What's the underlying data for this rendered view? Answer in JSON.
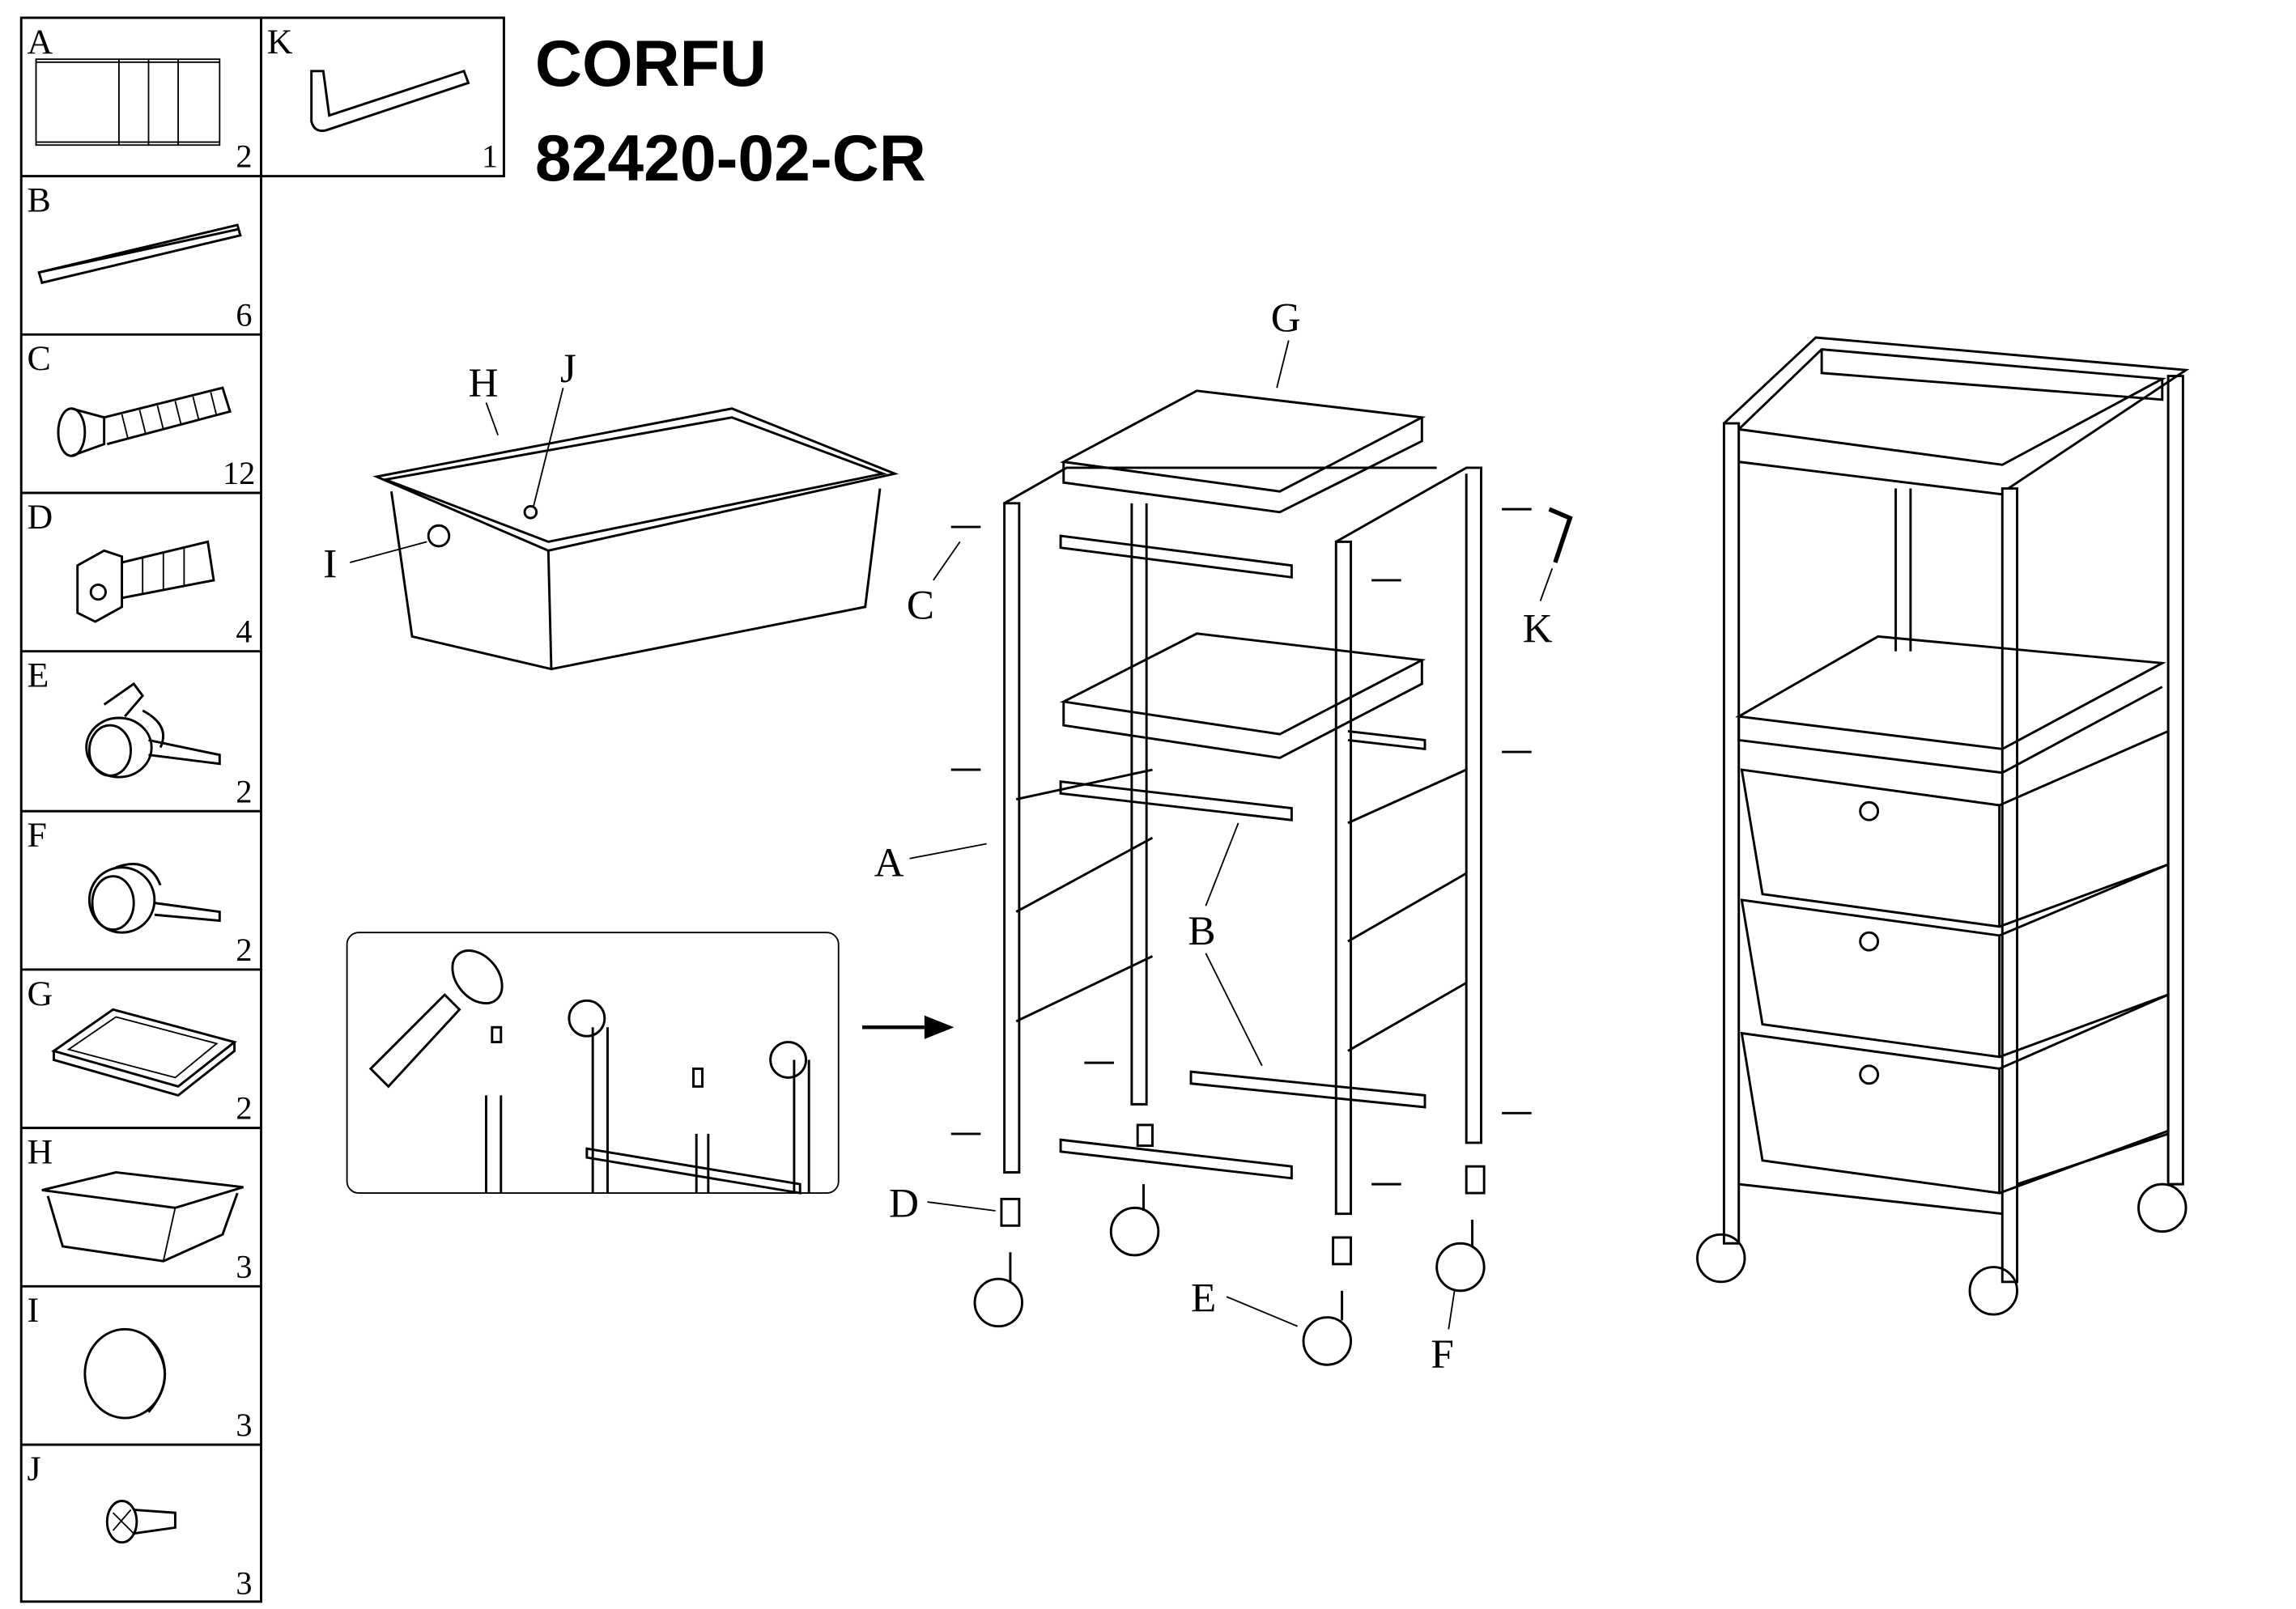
{
  "header": {
    "product_name": "CORFU",
    "model_number": "82420-02-CR"
  },
  "parts": [
    {
      "letter": "A",
      "qty": "2",
      "icon": "side-frame-icon"
    },
    {
      "letter": "K",
      "qty": "1",
      "icon": "allen-key-icon"
    },
    {
      "letter": "B",
      "qty": "6",
      "icon": "crossbar-icon"
    },
    {
      "letter": "C",
      "qty": "12",
      "icon": "bolt-icon"
    },
    {
      "letter": "D",
      "qty": "4",
      "icon": "leg-insert-icon"
    },
    {
      "letter": "E",
      "qty": "2",
      "icon": "locking-caster-icon"
    },
    {
      "letter": "F",
      "qty": "2",
      "icon": "caster-icon"
    },
    {
      "letter": "G",
      "qty": "2",
      "icon": "tray-icon"
    },
    {
      "letter": "H",
      "qty": "3",
      "icon": "drawer-bin-icon"
    },
    {
      "letter": "I",
      "qty": "3",
      "icon": "knob-icon"
    },
    {
      "letter": "J",
      "qty": "3",
      "icon": "screw-icon"
    }
  ],
  "callouts": {
    "drawer": {
      "H": "H",
      "J": "J",
      "I": "I"
    },
    "exploded": {
      "G": "G",
      "C": "C",
      "K": "K",
      "A": "A",
      "B": "B",
      "D": "D",
      "E": "E",
      "F": "F"
    }
  }
}
